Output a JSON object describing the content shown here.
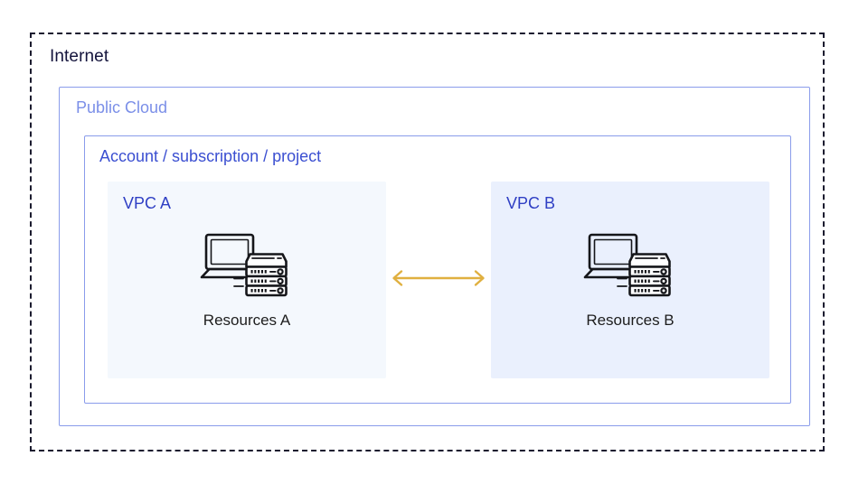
{
  "diagram": {
    "internet": {
      "label": "Internet",
      "border_color": "#1b1b2f",
      "border_style": "dashed"
    },
    "public_cloud": {
      "label": "Public Cloud",
      "border_color": "#8a9ceb",
      "text_color": "#7b8fe8"
    },
    "account": {
      "label": "Account / subscription / project",
      "border_color": "#8a9ceb",
      "text_color": "#3b4fd1"
    },
    "vpcs": [
      {
        "label": "VPC A",
        "resource_label": "Resources A",
        "icon": "laptop-server-rack-icon",
        "background": "#f4f8fd",
        "text_color": "#2f3fc4"
      },
      {
        "label": "VPC B",
        "resource_label": "Resources B",
        "icon": "laptop-server-rack-icon",
        "background": "#eaf0fd",
        "text_color": "#2f3fc4"
      }
    ],
    "connector": {
      "name": "bidirectional-peering-arrow",
      "direction": "bidirectional",
      "color": "#e0b040"
    }
  }
}
